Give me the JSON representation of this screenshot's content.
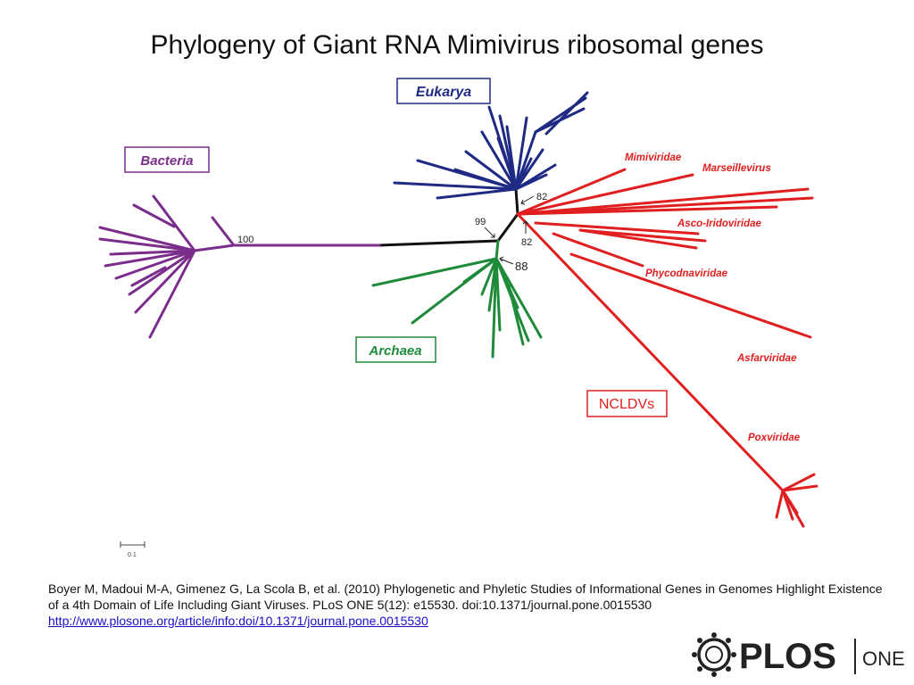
{
  "title": "Phylogeny of Giant RNA Mimivirus ribosomal genes",
  "groups": {
    "eukarya": "Eukarya",
    "bacteria": "Bacteria",
    "archaea": "Archaea",
    "ncldvs": "NCLDVs"
  },
  "families": {
    "mimiviridae": "Mimiviridae",
    "marseillevirus": "Marseillevirus",
    "asco_iridoviridae": "Asco-Iridoviridae",
    "phycodnaviridae": "Phycodnaviridae",
    "asfarviridae": "Asfarviridae",
    "poxviridae": "Poxviridae"
  },
  "bootstrap": {
    "bacteria_node": "100",
    "eukarya_node": "82",
    "center_left": "99",
    "center_right": "82",
    "archaea_node": "88"
  },
  "scale_bar": "0.1",
  "colors": {
    "bacteria": "#7b2d8b",
    "eukarya": "#1f2a84",
    "archaea": "#1e8a3a",
    "ncldv": "#e02020",
    "backbone": "#111111"
  },
  "citation": {
    "text": "Boyer M, Madoui M-A, Gimenez G, La Scola B, et al. (2010) Phylogenetic and Phyletic Studies of Informational Genes in Genomes Highlight Existence of a 4th Domain of Life Including Giant Viruses. PLoS ONE 5(12): e15530. doi:10.1371/journal.pone.0015530",
    "link": "http://www.plosone.org/article/info:doi/10.1371/journal.pone.0015530"
  },
  "logo": {
    "brand": "PLOS",
    "product": "ONE"
  }
}
